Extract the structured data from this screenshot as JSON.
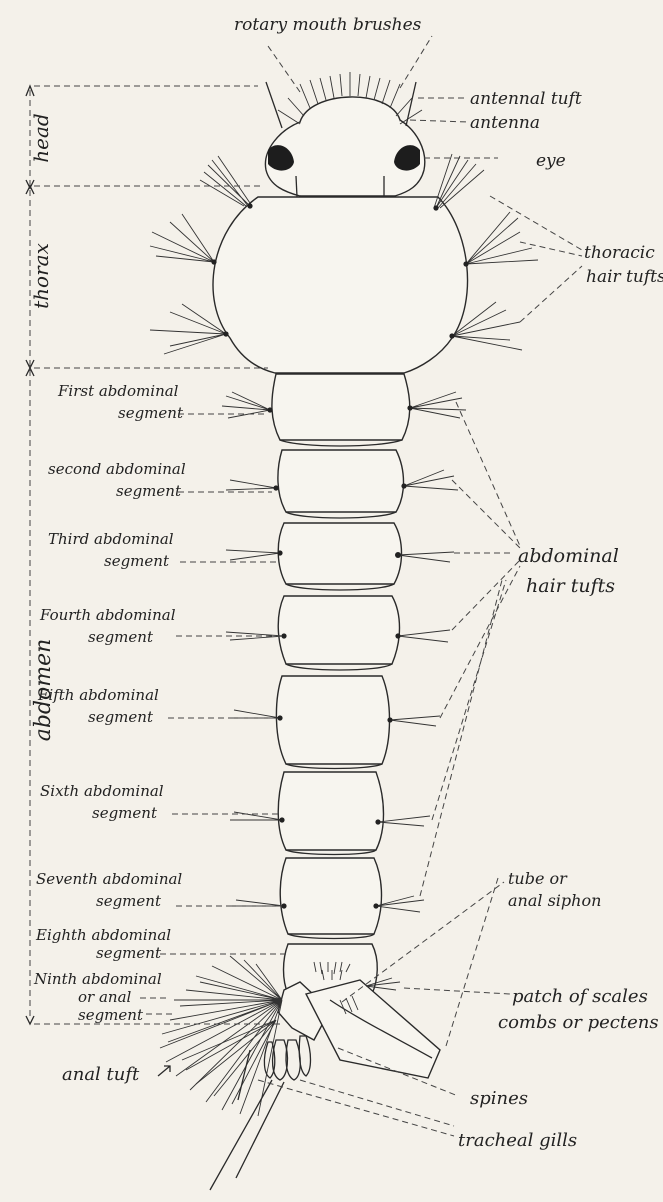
{
  "labels": {
    "mouth_brushes": "rotary mouth brushes",
    "antennal_tuft": "antennal tuft",
    "antenna": "antenna",
    "eye": "eye",
    "thoracic_1": "thoracic",
    "thoracic_2": "hair tufts",
    "abdominal_1": "abdominal",
    "abdominal_2": "hair tufts",
    "tube_1": "tube or",
    "tube_2": "anal siphon",
    "patch": "patch of scales",
    "combs": "combs or pectens",
    "spines": "spines",
    "gills": "tracheal gills",
    "anal_tuft": "anal tuft"
  },
  "regions": {
    "head": "head",
    "thorax": "thorax",
    "abdomen": "abdomen"
  },
  "segments": [
    {
      "line1": "First abdominal",
      "line2": "segment"
    },
    {
      "line1": "second abdominal",
      "line2": "segment"
    },
    {
      "line1": "Third abdominal",
      "line2": "segment"
    },
    {
      "line1": "Fourth abdominal",
      "line2": "segment"
    },
    {
      "line1": "Fifth abdominal",
      "line2": "segment"
    },
    {
      "line1": "Sixth abdominal",
      "line2": "segment"
    },
    {
      "line1": "Seventh abdominal",
      "line2": "segment"
    },
    {
      "line1": "Eighth abdominal",
      "line2": "segment"
    },
    {
      "line1": "Ninth abdominal",
      "line2": "or anal",
      "line3": "segment"
    }
  ]
}
